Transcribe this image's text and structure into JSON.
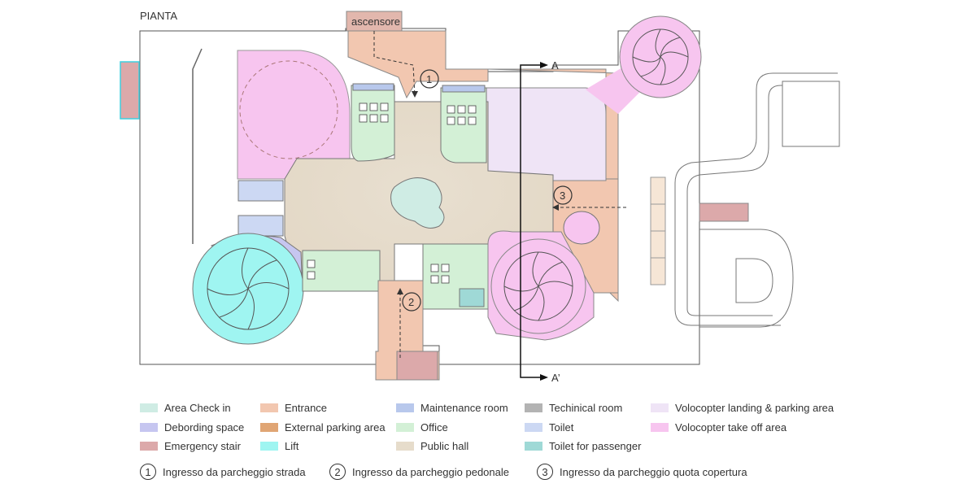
{
  "title": "PIANTA",
  "labels": {
    "elevator": "ascensore",
    "section_top": "A",
    "section_bottom": "A’",
    "marker_1": "1",
    "marker_2": "2",
    "marker_3": "3"
  },
  "colors": {
    "area_check_in": "#cfece4",
    "entrance": "#f2c7b0",
    "maintenance_room": "#b8c8ec",
    "technical_room": "#b3b3b3",
    "landing_parking": "#efe4f6",
    "debording_space": "#c6c6f0",
    "external_parking": "#e0a574",
    "office": "#d3f0d6",
    "toilet": "#ccd8f3",
    "takeoff_area": "#f7c5ef",
    "emergency_stair": "#dca9aa",
    "lift": "#9ff5f1",
    "public_hall": "#e6dccb",
    "toilet_passenger": "#9fd9d6"
  },
  "legend": [
    {
      "label": "Area Check in",
      "color": "#cfece4"
    },
    {
      "label": "Entrance",
      "color": "#f2c7b0"
    },
    {
      "label": "Maintenance room",
      "color": "#b8c8ec"
    },
    {
      "label": "Techinical room",
      "color": "#b3b3b3"
    },
    {
      "label": "Volocopter landing & parking area",
      "color": "#efe4f6"
    },
    {
      "label": "Debording space",
      "color": "#c6c6f0"
    },
    {
      "label": "External parking area",
      "color": "#e0a574"
    },
    {
      "label": "Office",
      "color": "#d3f0d6"
    },
    {
      "label": "Toilet",
      "color": "#ccd8f3"
    },
    {
      "label": "Volocopter take off area",
      "color": "#f7c5ef"
    },
    {
      "label": "Emergency stair",
      "color": "#dca9aa"
    },
    {
      "label": "Lift",
      "color": "#9ff5f1"
    },
    {
      "label": "Public hall",
      "color": "#e6dccb"
    },
    {
      "label": "Toilet for passenger",
      "color": "#9fd9d6"
    }
  ],
  "ingressi": [
    {
      "num": "1",
      "label": "Ingresso da parcheggio strada"
    },
    {
      "num": "2",
      "label": "Ingresso da parcheggio pedonale"
    },
    {
      "num": "3",
      "label": "Ingresso da parcheggio quota copertura"
    }
  ]
}
